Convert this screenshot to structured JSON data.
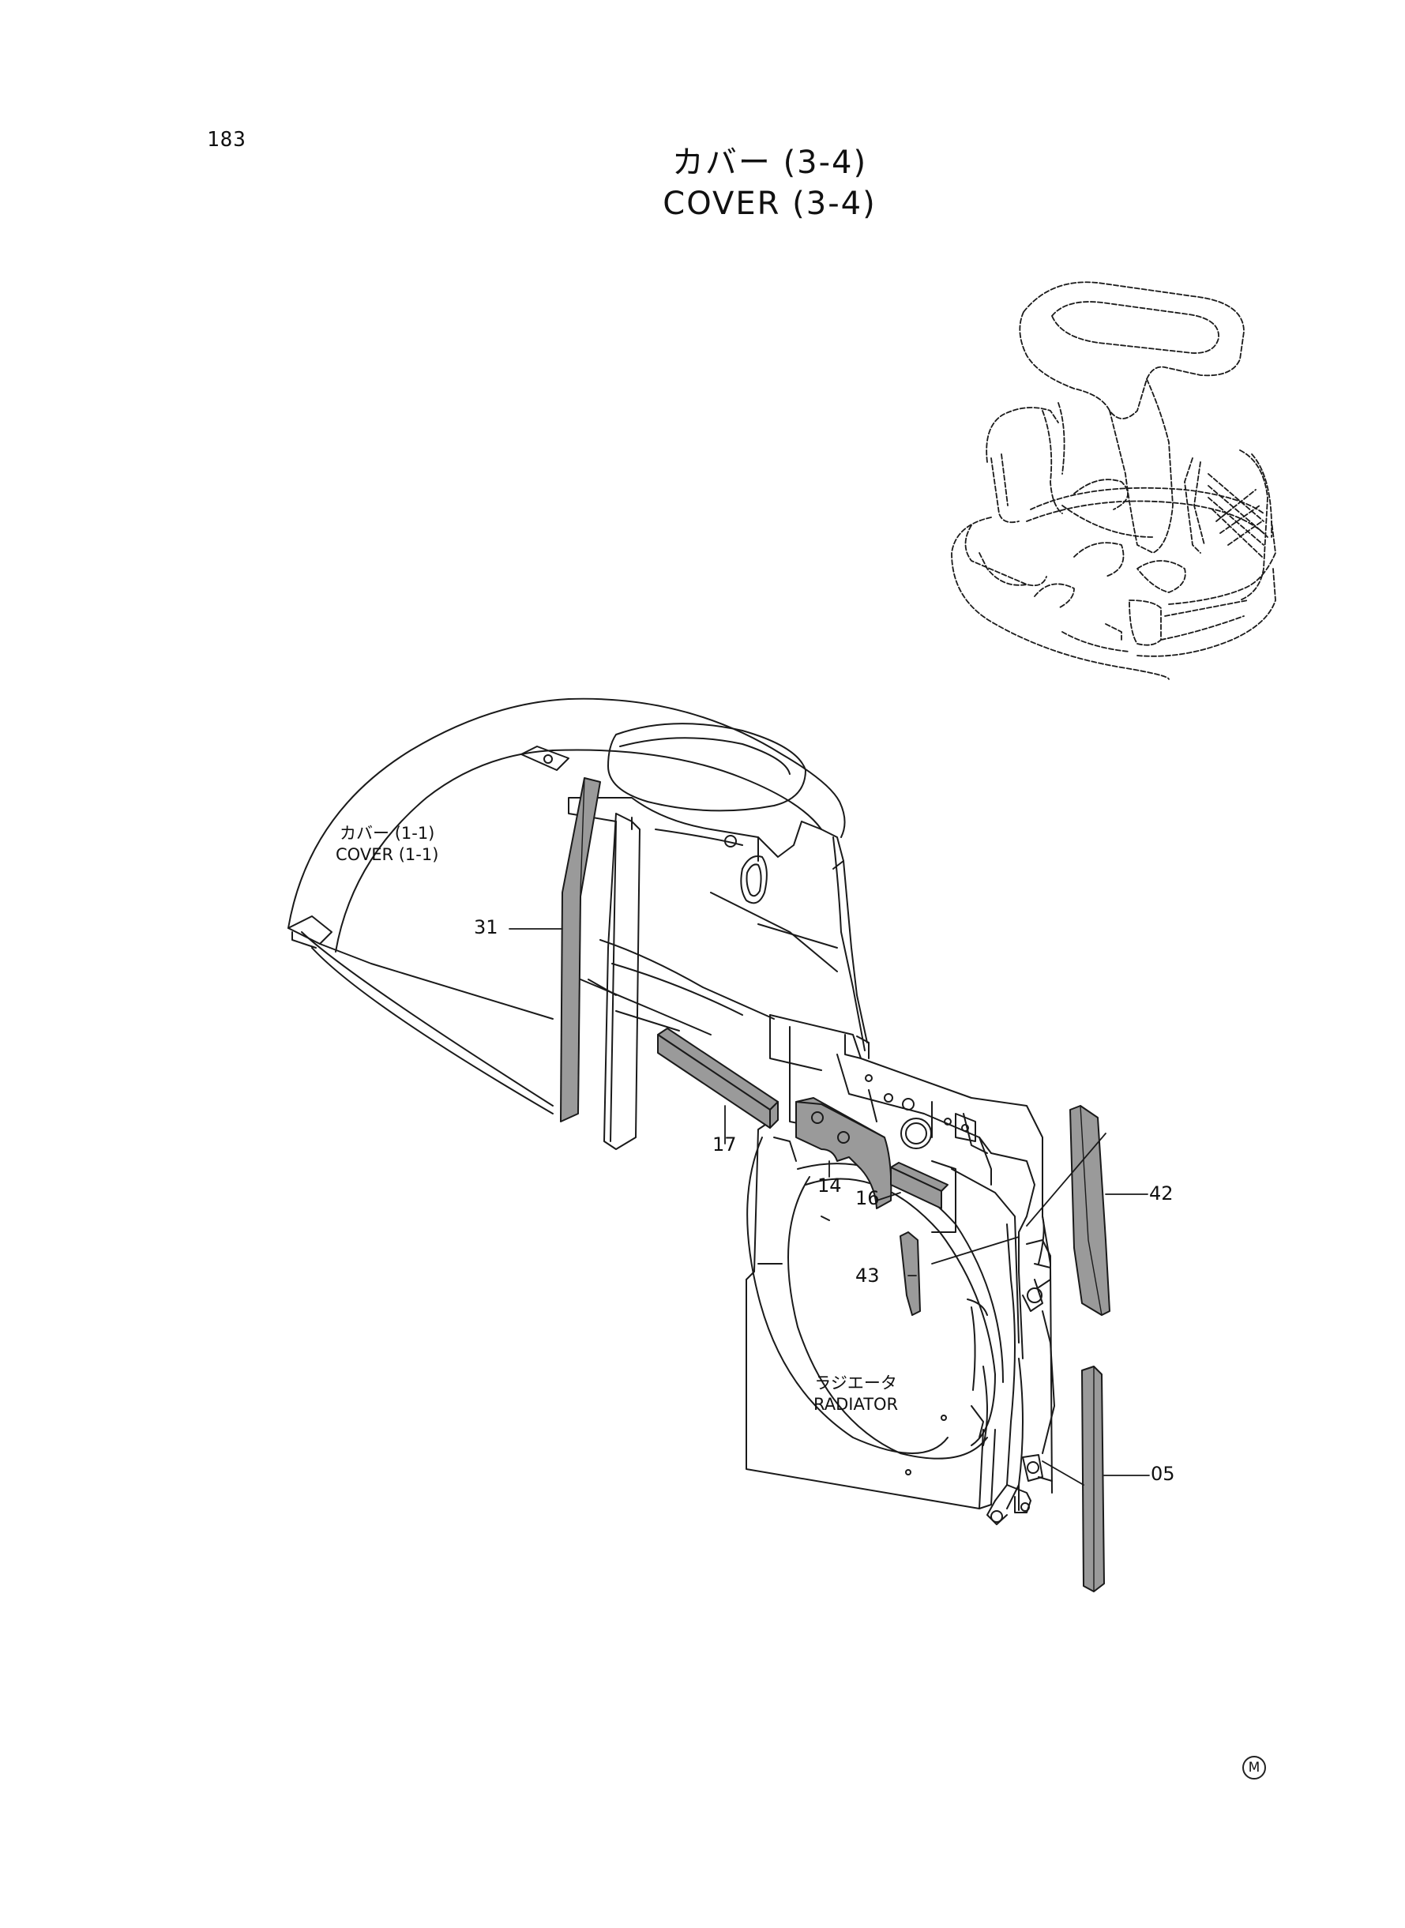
{
  "page": {
    "number": "183"
  },
  "title": {
    "ja": "カバー (3-4)",
    "en": "COVER (3-4)"
  },
  "references": {
    "cover": {
      "ja": "カバー (1-1)",
      "en": "COVER (1-1)"
    },
    "radiator": {
      "ja": "ラジエータ",
      "en": "RADIATOR"
    }
  },
  "callouts": {
    "p31": "31",
    "p17": "17",
    "p14": "14",
    "p16": "16",
    "p42": "42",
    "p43": "43",
    "p05": "05"
  },
  "footer": {
    "mark": "M"
  },
  "colors": {
    "line": "#1a1a1a",
    "part_fill": "#9a9a9a"
  }
}
